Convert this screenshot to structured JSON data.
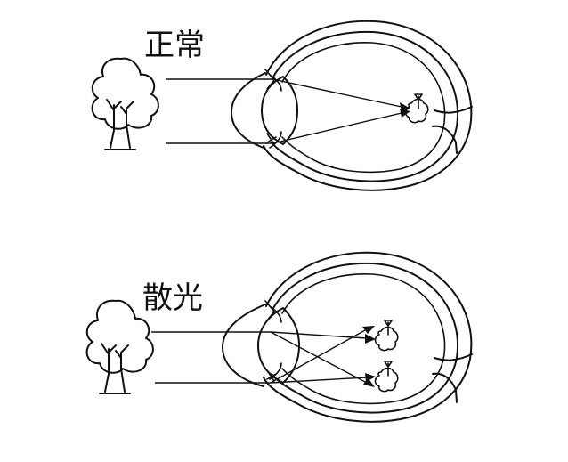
{
  "panels": [
    {
      "id": "normal",
      "label": "正常"
    },
    {
      "id": "astigmatism",
      "label": "散光"
    }
  ]
}
